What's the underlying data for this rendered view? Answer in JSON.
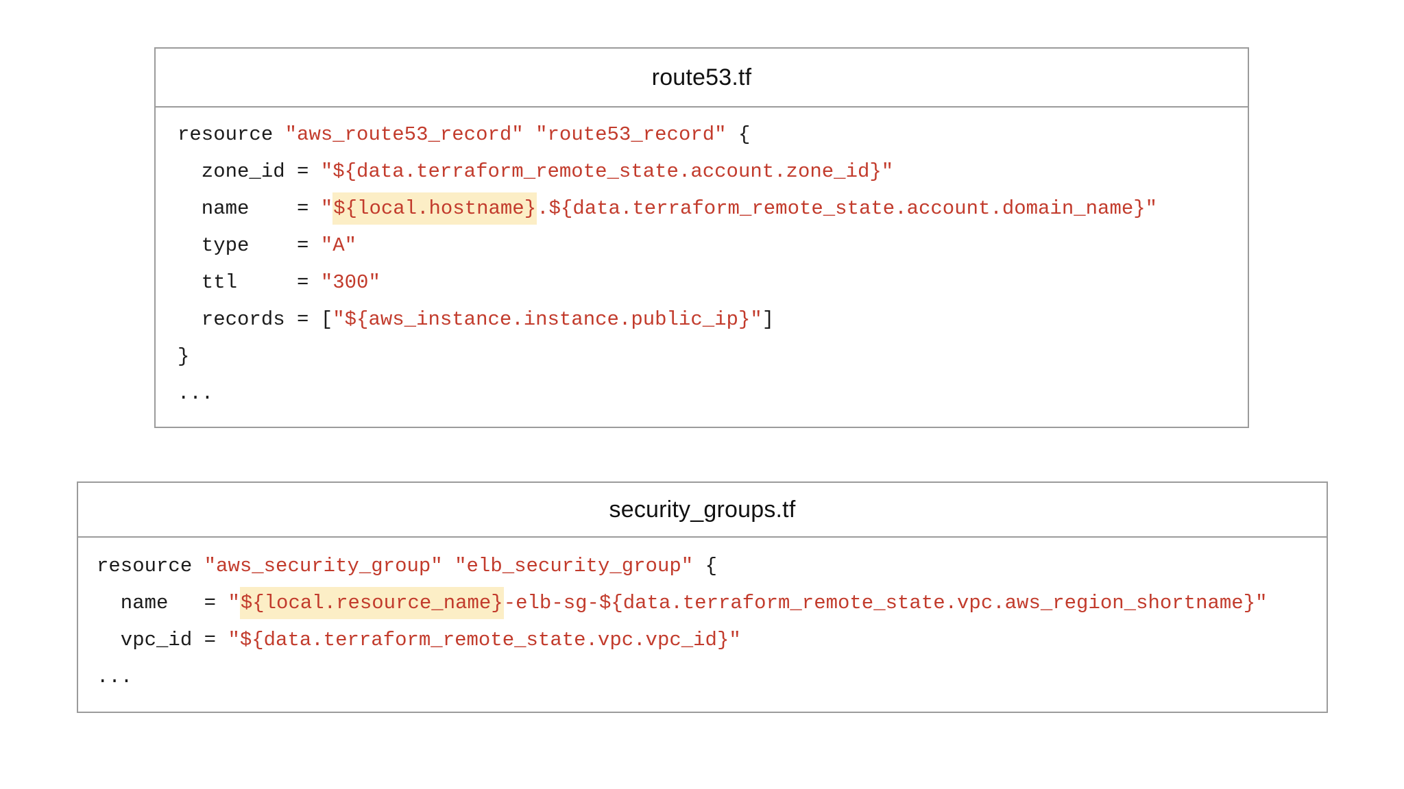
{
  "colors": {
    "border_gray": "#9b9b9b",
    "code_text": "#1b1b1b",
    "string_red": "#c23b2c",
    "highlight_bg": "#fceec6",
    "page_background": "#ffffff"
  },
  "panels": [
    {
      "title": "route53.tf",
      "lines": [
        [
          {
            "t": "resource ",
            "c": "p"
          },
          {
            "t": "\"aws_route53_record\"",
            "c": "s"
          },
          {
            "t": " ",
            "c": "p"
          },
          {
            "t": "\"route53_record\"",
            "c": "s"
          },
          {
            "t": " {",
            "c": "p"
          }
        ],
        [
          {
            "t": "  zone_id = ",
            "c": "p"
          },
          {
            "t": "\"${data.terraform_remote_state.account.zone_id}\"",
            "c": "s"
          }
        ],
        [
          {
            "t": "  name    = ",
            "c": "p"
          },
          {
            "t": "\"",
            "c": "s"
          },
          {
            "t": "${local.hostname}",
            "c": "h"
          },
          {
            "t": ".${data.terraform_remote_state.account.domain_name}\"",
            "c": "s"
          }
        ],
        [
          {
            "t": "  type    = ",
            "c": "p"
          },
          {
            "t": "\"A\"",
            "c": "s"
          }
        ],
        [
          {
            "t": "  ttl     = ",
            "c": "p"
          },
          {
            "t": "\"300\"",
            "c": "s"
          }
        ],
        [
          {
            "t": "  records = [",
            "c": "p"
          },
          {
            "t": "\"${aws_instance.instance.public_ip}\"",
            "c": "s"
          },
          {
            "t": "]",
            "c": "p"
          }
        ],
        [
          {
            "t": "}",
            "c": "p"
          }
        ],
        [
          {
            "t": "...",
            "c": "p"
          }
        ]
      ]
    },
    {
      "title": "security_groups.tf",
      "lines": [
        [
          {
            "t": "resource ",
            "c": "p"
          },
          {
            "t": "\"aws_security_group\"",
            "c": "s"
          },
          {
            "t": " ",
            "c": "p"
          },
          {
            "t": "\"elb_security_group\"",
            "c": "s"
          },
          {
            "t": " {",
            "c": "p"
          }
        ],
        [
          {
            "t": "  name   = ",
            "c": "p"
          },
          {
            "t": "\"",
            "c": "s"
          },
          {
            "t": "${local.resource_name}",
            "c": "h"
          },
          {
            "t": "-elb-sg-${data.terraform_remote_state.vpc.aws_region_shortname}\"",
            "c": "s"
          }
        ],
        [
          {
            "t": "  vpc_id = ",
            "c": "p"
          },
          {
            "t": "\"${data.terraform_remote_state.vpc.vpc_id}\"",
            "c": "s"
          }
        ],
        [
          {
            "t": "...",
            "c": "p"
          }
        ]
      ]
    }
  ]
}
